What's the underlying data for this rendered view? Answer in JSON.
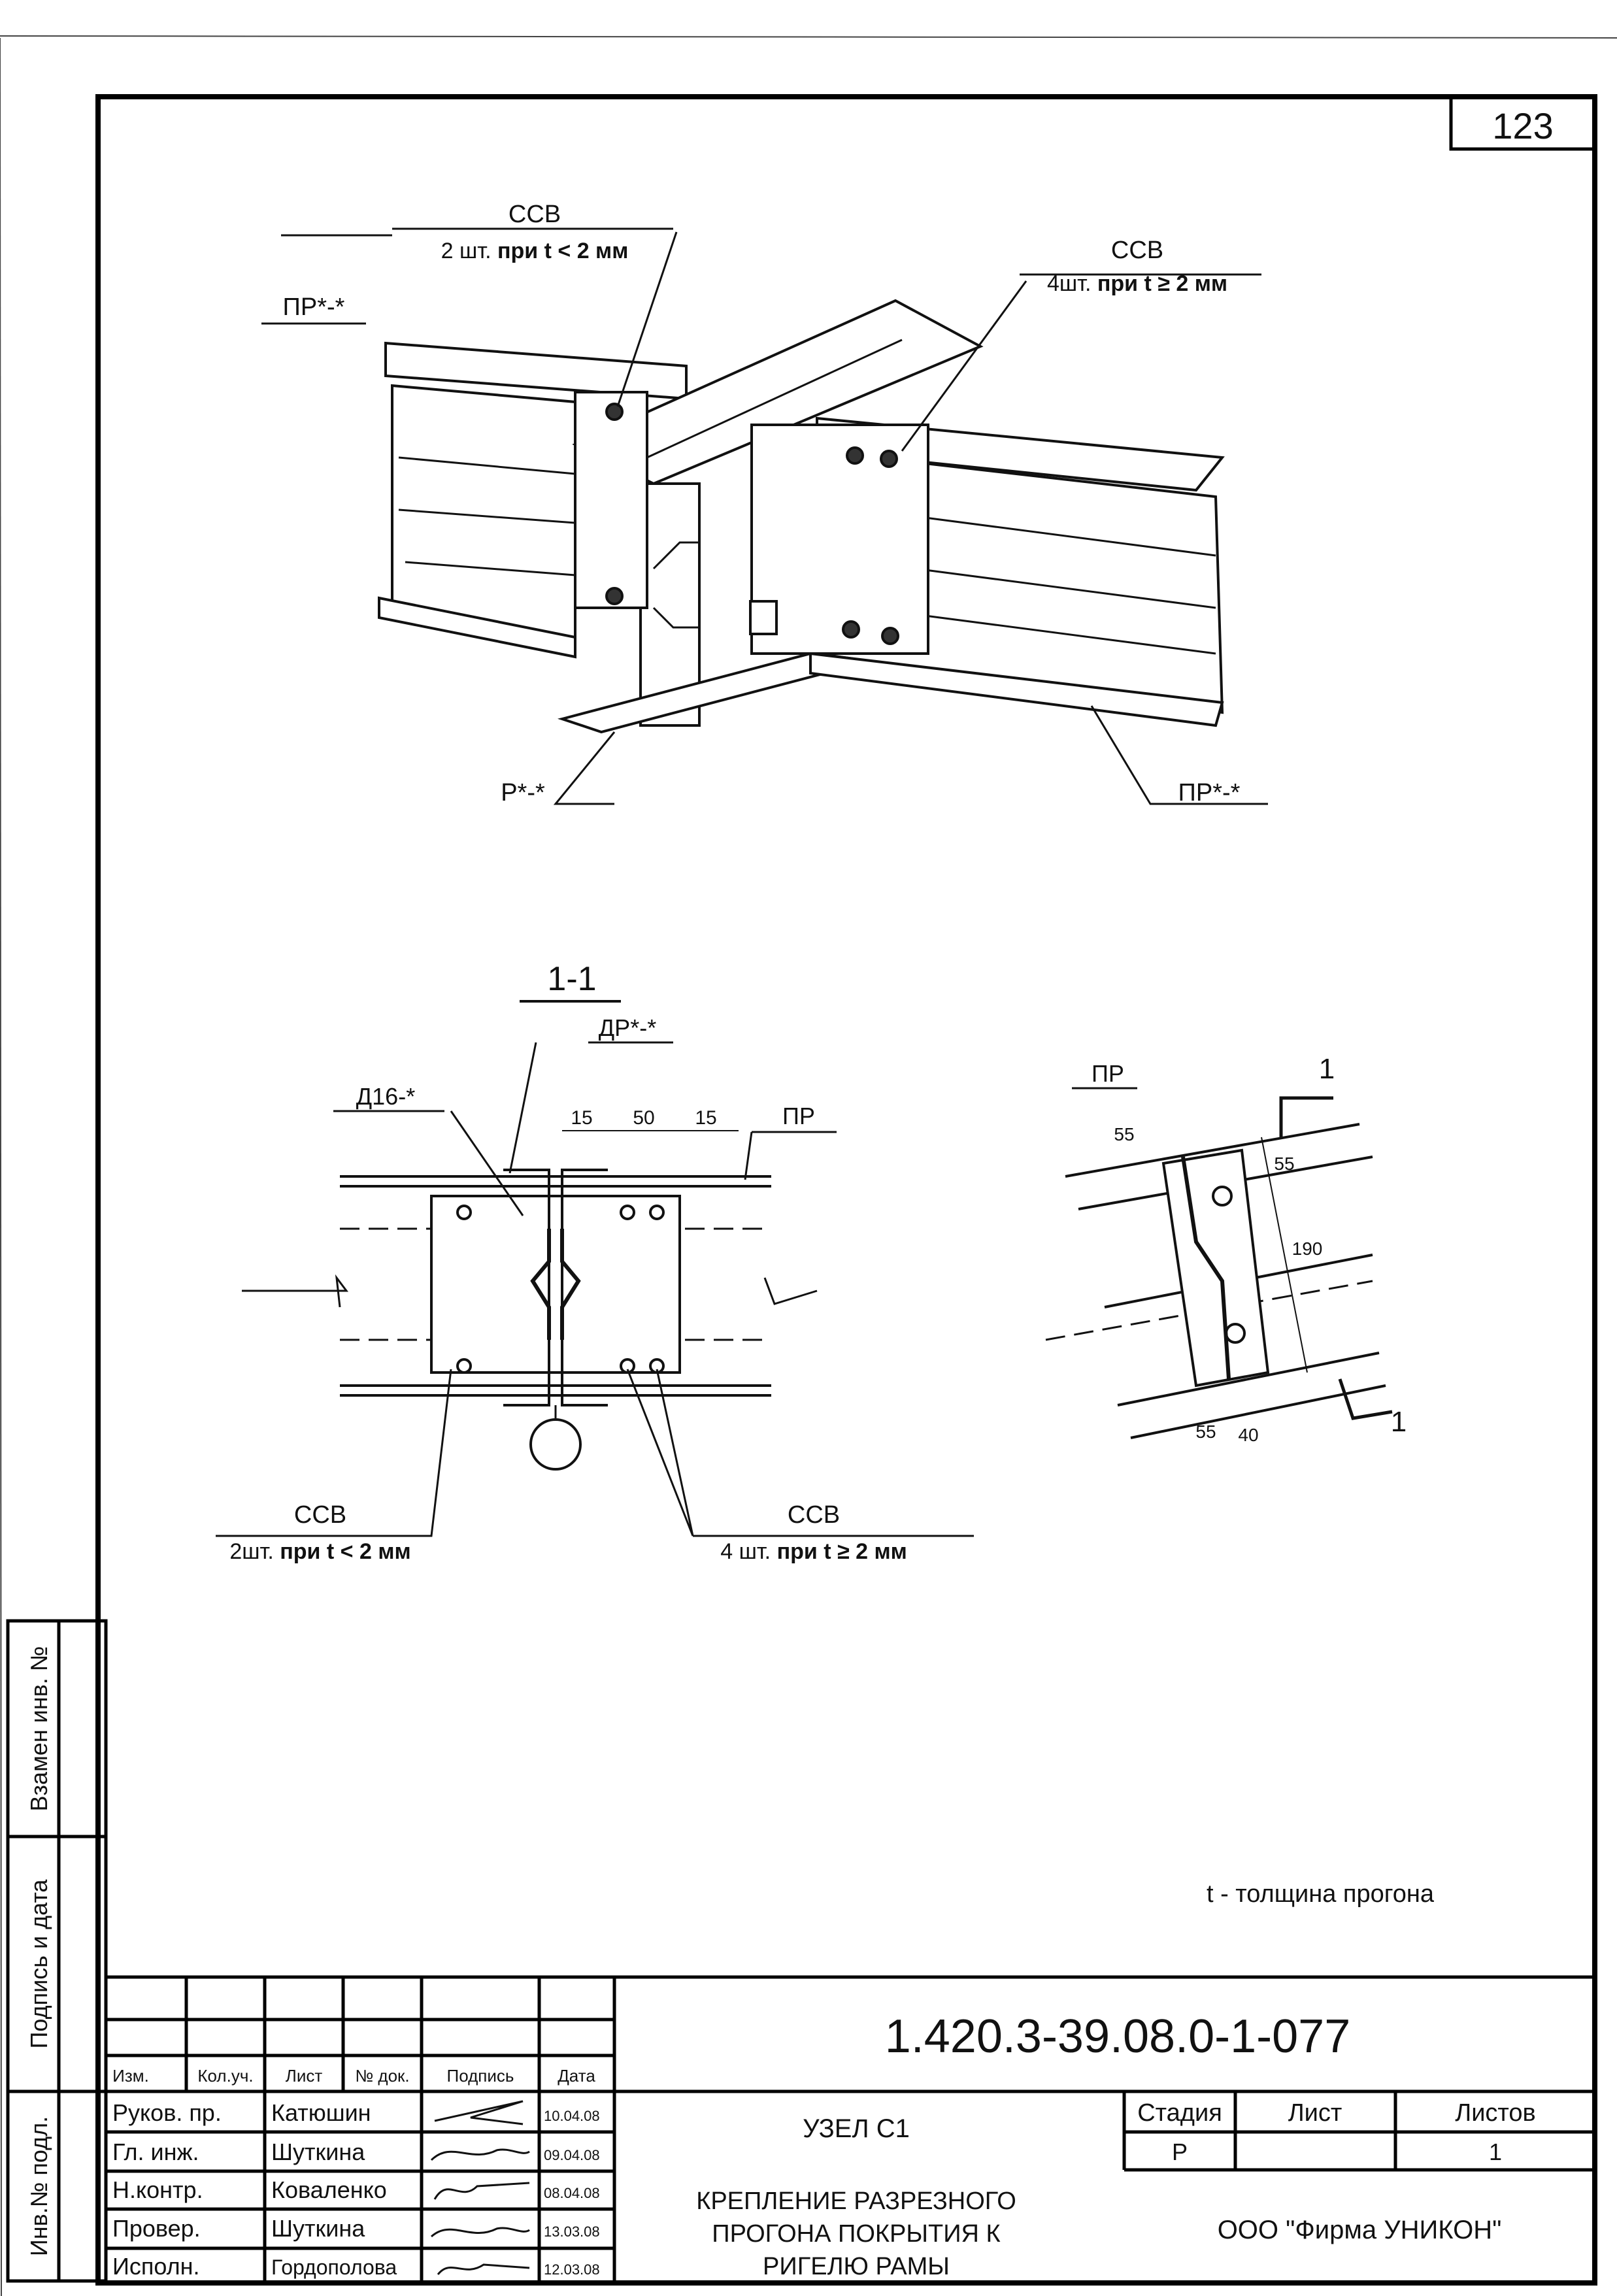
{
  "sheet_number": "123",
  "iso_view": {
    "ssv_top_left": {
      "title": "ССВ",
      "prefix": "2 шт. ",
      "bold": "при t < 2 мм"
    },
    "ssv_top_right": {
      "title": "ССВ",
      "prefix": "4шт. ",
      "bold": "при t ≥ 2 мм"
    },
    "label_left_purlin": "ПР*-*",
    "label_rafter": "Р*-*",
    "label_right_purlin": "ПР*-*"
  },
  "section": {
    "title": "1-1",
    "label_dr": "ДР*-*",
    "label_d16": "Д16-*",
    "label_pr": "ПР",
    "dims": [
      "15",
      "50",
      "15"
    ],
    "ssv_left": {
      "title": "ССВ",
      "prefix": "2шт. ",
      "bold": "при t < 2 мм"
    },
    "ssv_right": {
      "title": "ССВ",
      "prefix": "4 шт. ",
      "bold": "при t ≥ 2 мм"
    }
  },
  "plan_view": {
    "label_pr": "ПР",
    "cut_mark_top": "1",
    "cut_mark_bottom": "1",
    "dims": {
      "d55_left": "55",
      "d55_top": "55",
      "d190": "190",
      "d55_bottom": "55",
      "d40": "40"
    }
  },
  "note": "t - толщина прогона",
  "side_stamps": {
    "vzamen": "Взамен инв. №",
    "podpis": "Подпись и дата",
    "inv": "Инв.№ подл."
  },
  "title_block": {
    "doc_code": "1.420.3-39.08.0-1-077",
    "headers": [
      "Изм.",
      "Кол.уч.",
      "Лист",
      "№ док.",
      "Подпись",
      "Дата"
    ],
    "rows": [
      {
        "role": "Руков. пр.",
        "name": "Катюшин",
        "date": "10.04.08"
      },
      {
        "role": "Гл. инж.",
        "name": "Шуткина",
        "date": "09.04.08"
      },
      {
        "role": "Н.контр.",
        "name": "Коваленко",
        "date": "08.04.08"
      },
      {
        "role": "Провер.",
        "name": "Шуткина",
        "date": "13.03.08"
      },
      {
        "role": "Исполн.",
        "name": "Гордополова",
        "date": "12.03.08"
      }
    ],
    "node_title": "УЗЕЛ С1",
    "description": [
      "КРЕПЛЕНИЕ РАЗРЕЗНОГО",
      "ПРОГОНА ПОКРЫТИЯ К",
      "РИГЕЛЮ РАМЫ"
    ],
    "stage_label": "Стадия",
    "sheet_label": "Лист",
    "sheets_label": "Листов",
    "stage_value": "Р",
    "sheets_value": "1",
    "company": "ООО \"Фирма УНИКОН\""
  }
}
